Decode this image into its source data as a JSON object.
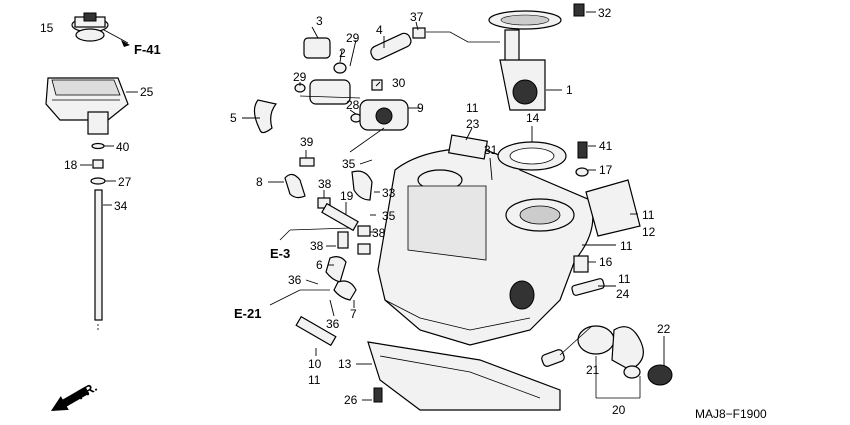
{
  "diagram": {
    "drawing_code": "MAJ8−F1900",
    "watermark": "",
    "references": {
      "f41": "F-41",
      "e3": "E-3",
      "e21": "E-21",
      "fr": "FR."
    },
    "callouts": {
      "c1": "1",
      "c2": "2",
      "c3": "3",
      "c4": "4",
      "c5": "5",
      "c6": "6",
      "c7": "7",
      "c8": "8",
      "c9": "9",
      "c10a": "10",
      "c10b": "11",
      "c11a": "11",
      "c11b": "11",
      "c11c": "11",
      "c11d": "11",
      "c12": "12",
      "c13": "13",
      "c14": "14",
      "c15": "15",
      "c16": "16",
      "c17": "17",
      "c18": "18",
      "c19": "19",
      "c20": "20",
      "c21": "21",
      "c22": "22",
      "c23": "23",
      "c24": "24",
      "c25": "25",
      "c26": "26",
      "c27": "27",
      "c28": "28",
      "c29a": "29",
      "c29b": "29",
      "c30": "30",
      "c31": "31",
      "c32": "32",
      "c33": "33",
      "c34": "34",
      "c35a": "35",
      "c35b": "35",
      "c36a": "36",
      "c36b": "36",
      "c37": "37",
      "c38a": "38",
      "c38b": "38",
      "c38c": "38",
      "c39": "39",
      "c40": "40",
      "c41": "41"
    },
    "icons": {
      "arrow": "arrow-right-icon",
      "fr": "front-arrow-icon"
    }
  }
}
